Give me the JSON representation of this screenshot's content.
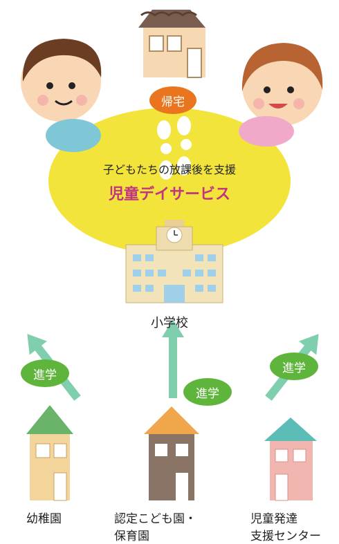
{
  "diagram": {
    "ellipse_color": "#f2e43a",
    "caption_top": "子どもたちの放課後を支援",
    "caption_service": "児童デイサービス",
    "service_color": "#c0357f",
    "return_home_label": "帰宅",
    "return_home_color": "#e9761f",
    "school_label": "小学校",
    "progress_label": "進学",
    "progress_color": "#5fb53b",
    "arrow_color": "#7fcfae",
    "sources": [
      {
        "label_line1": "幼稚園",
        "label_line2": "",
        "roof_color": "#6ab46a"
      },
      {
        "label_line1": "認定こども園・",
        "label_line2": "保育園",
        "roof_color": "#f0a64a"
      },
      {
        "label_line1": "児童発達",
        "label_line2": "支援センター",
        "roof_color": "#5cbcb6"
      }
    ]
  }
}
